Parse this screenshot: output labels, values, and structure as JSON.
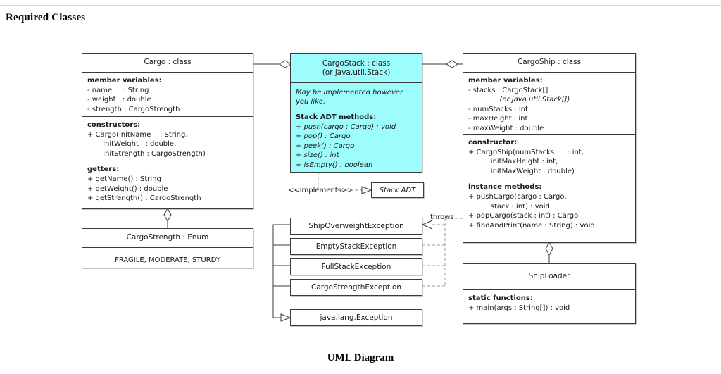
{
  "page": {
    "title": "Required Classes",
    "caption": "UML Diagram"
  },
  "classes": {
    "cargo": {
      "title": "Cargo : class",
      "members_header": "member variables:",
      "members": [
        "- name     : String",
        "- weight   : double",
        "- strength : CargoStrength"
      ],
      "constructors_header": "constructors:",
      "constructors": [
        "+ Cargo(initName    : String,",
        "       initWeight   : double,",
        "       initStrength : CargoStrength)"
      ],
      "getters_header": "getters:",
      "getters": [
        "+ getName() : String",
        "+ getWeight() : double",
        "+ getStrength() : CargoStrength"
      ]
    },
    "cargo_strength": {
      "title": "CargoStrength : Enum",
      "values": "FRAGILE, MODERATE, STURDY"
    },
    "cargo_stack": {
      "title_line1": "CargoStack : class",
      "title_line2": "(or java.util.Stack)",
      "note": "May be implemented however you like.",
      "methods_header": "Stack ADT methods:",
      "methods": [
        "+ push(cargo : Cargo) : void",
        "+ pop() : Cargo",
        "+ peek() : Cargo",
        "+ size() : int",
        "+ isEmpty() : boolean"
      ]
    },
    "cargo_ship": {
      "title": "CargoShip : class",
      "members_header": "member variables:",
      "members": [
        "- stacks : CargoStack[]",
        "              (or java.util.Stack[])",
        "- numStacks : int",
        "- maxHeight : int",
        "- maxWeight : double"
      ],
      "constructor_header": "constructor:",
      "constructor": [
        "+ CargoShip(numStacks      : int,",
        "          initMaxHeight : int,",
        "          initMaxWeight : double)"
      ],
      "instance_methods_header": "instance methods:",
      "instance_methods": [
        "+ pushCargo(cargo : Cargo,",
        "          stack : int) : void",
        "+ popCargo(stack : int) : Cargo",
        "+ findAndPrint(name : String) : void"
      ]
    },
    "ship_loader": {
      "title": "ShipLoader",
      "static_header": "static functions:",
      "static_methods": [
        "+ main(args : String[]) : void"
      ]
    },
    "stack_adt": {
      "title": "Stack ADT"
    }
  },
  "exceptions": [
    {
      "name": "ShipOverweightException"
    },
    {
      "name": "EmptyStackException"
    },
    {
      "name": "FullStackException"
    },
    {
      "name": "CargoStrengthException"
    }
  ],
  "base_exception": {
    "name": "java.lang.Exception"
  },
  "labels": {
    "implements": "<<implements>>",
    "throws": "throws"
  },
  "colors": {
    "cargo_stack_fill": "#9dfcfc",
    "box_border": "#3a3a3a",
    "dash_line": "#9a9a9a",
    "text": "#1a1a1a"
  }
}
